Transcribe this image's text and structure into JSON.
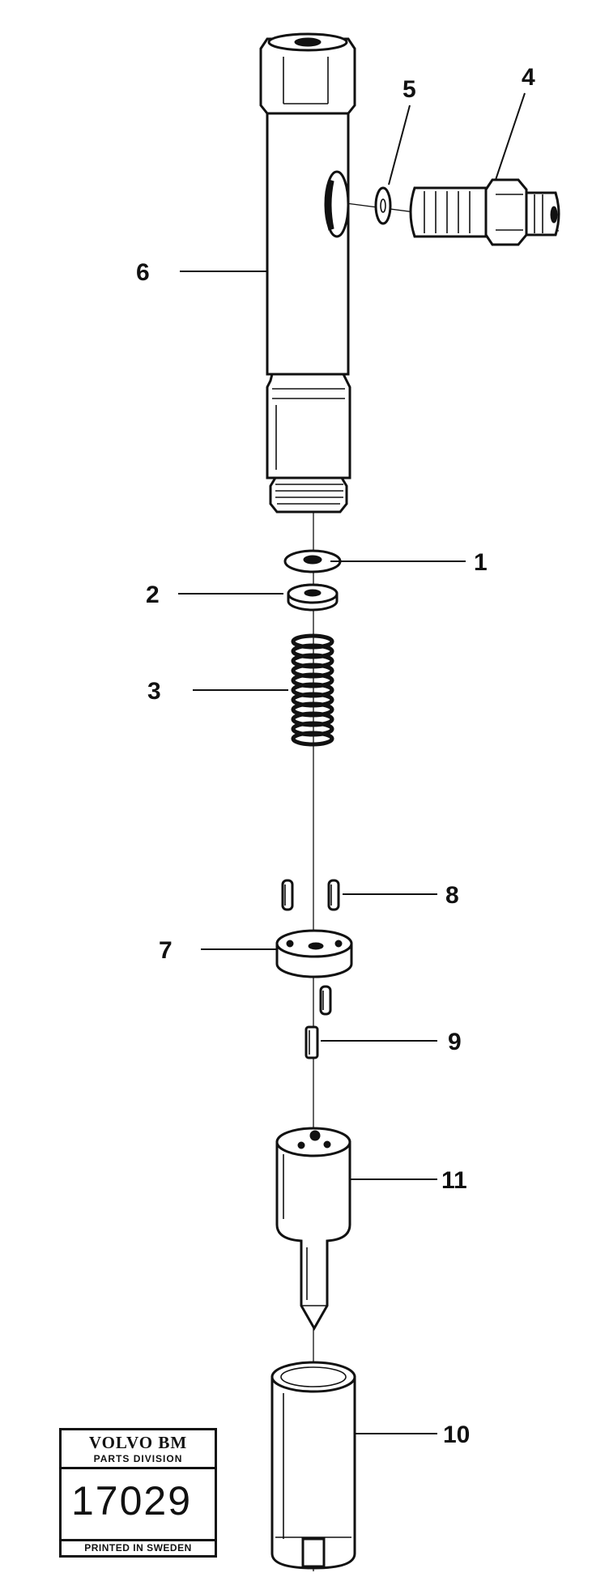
{
  "callouts": {
    "c1": "1",
    "c2": "2",
    "c3": "3",
    "c4": "4",
    "c5": "5",
    "c6": "6",
    "c7": "7",
    "c8": "8",
    "c9": "9",
    "c10": "10",
    "c11": "11"
  },
  "stamp": {
    "brand": "VOLVO BM",
    "division": "PARTS DIVISION",
    "number": "17029",
    "printed": "PRINTED IN SWEDEN"
  }
}
